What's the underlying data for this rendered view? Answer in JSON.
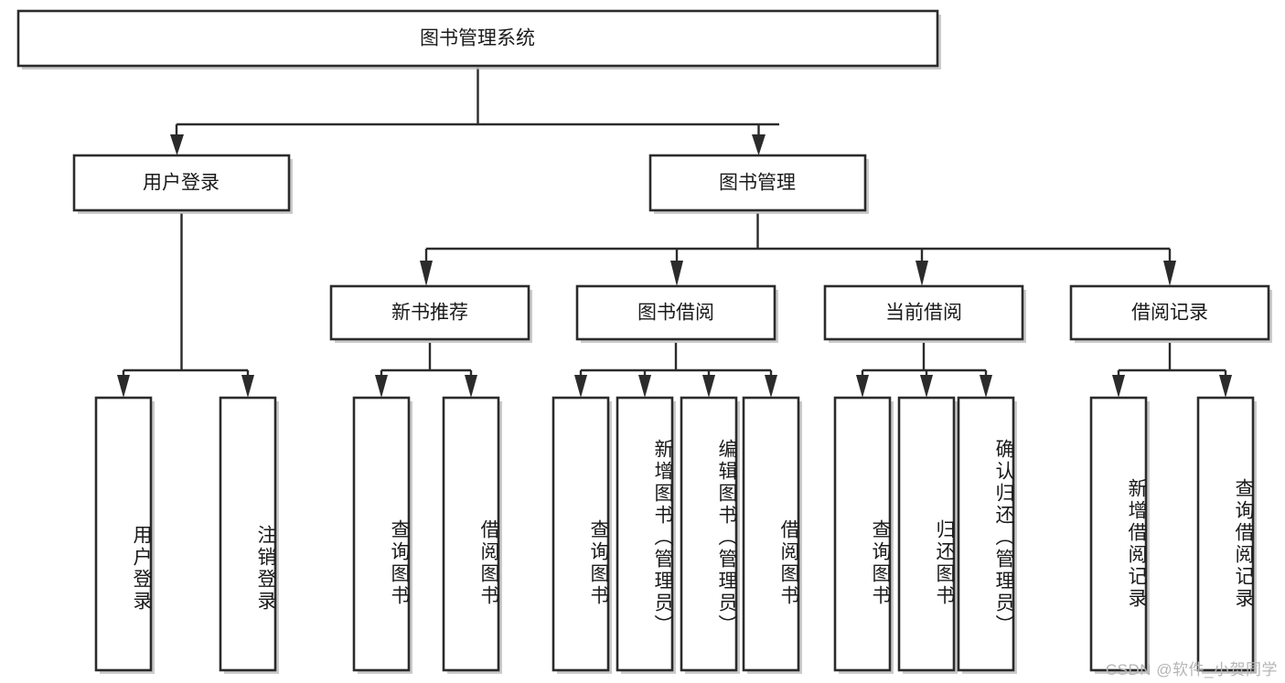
{
  "diagram": {
    "type": "tree",
    "title": "图书管理系统",
    "root": {
      "id": "root",
      "label": "图书管理系统",
      "orientation": "horizontal"
    },
    "level2": [
      {
        "id": "user-login",
        "label": "用户登录",
        "orientation": "horizontal"
      },
      {
        "id": "book-manage",
        "label": "图书管理",
        "orientation": "horizontal"
      }
    ],
    "level3": [
      {
        "id": "new-book-recommend",
        "label": "新书推荐",
        "parent": "book-manage",
        "orientation": "horizontal"
      },
      {
        "id": "book-borrow",
        "label": "图书借阅",
        "parent": "book-manage",
        "orientation": "horizontal"
      },
      {
        "id": "current-borrow",
        "label": "当前借阅",
        "parent": "book-manage",
        "orientation": "horizontal"
      },
      {
        "id": "borrow-record",
        "label": "借阅记录",
        "parent": "book-manage",
        "orientation": "horizontal"
      }
    ],
    "leaves": [
      {
        "id": "leaf-user-login",
        "label": "用户登录",
        "parent": "user-login",
        "orientation": "vertical"
      },
      {
        "id": "leaf-logout-login",
        "label": "注销登录",
        "parent": "user-login",
        "orientation": "vertical"
      },
      {
        "id": "leaf-query-book-1",
        "label": "查询图书",
        "parent": "new-book-recommend",
        "orientation": "vertical"
      },
      {
        "id": "leaf-borrow-book-1",
        "label": "借阅图书",
        "parent": "new-book-recommend",
        "orientation": "vertical"
      },
      {
        "id": "leaf-query-book-2",
        "label": "查询图书",
        "parent": "book-borrow",
        "orientation": "vertical"
      },
      {
        "id": "leaf-add-book",
        "label": "新增图书（管理员）",
        "parent": "book-borrow",
        "orientation": "vertical"
      },
      {
        "id": "leaf-edit-book",
        "label": "编辑图书（管理员）",
        "parent": "book-borrow",
        "orientation": "vertical"
      },
      {
        "id": "leaf-borrow-book-2",
        "label": "借阅图书",
        "parent": "book-borrow",
        "orientation": "vertical"
      },
      {
        "id": "leaf-query-book-3",
        "label": "查询图书",
        "parent": "current-borrow",
        "orientation": "vertical"
      },
      {
        "id": "leaf-return-book",
        "label": "归还图书",
        "parent": "current-borrow",
        "orientation": "vertical"
      },
      {
        "id": "leaf-confirm-return",
        "label": "确认归还（管理员）",
        "parent": "current-borrow",
        "orientation": "vertical"
      },
      {
        "id": "leaf-add-record",
        "label": "新增借阅记录",
        "parent": "borrow-record",
        "orientation": "vertical"
      },
      {
        "id": "leaf-query-record",
        "label": "查询借阅记录",
        "parent": "borrow-record",
        "orientation": "vertical"
      }
    ],
    "colors": {
      "background": "#ffffff",
      "box_fill": "#ffffff",
      "box_stroke": "#2b2b2b",
      "connector": "#2b2b2b",
      "text": "#1a1a1a",
      "watermark": "#b5b5b5"
    }
  },
  "watermark": {
    "text": "CSDN @软件_小贺同学"
  }
}
